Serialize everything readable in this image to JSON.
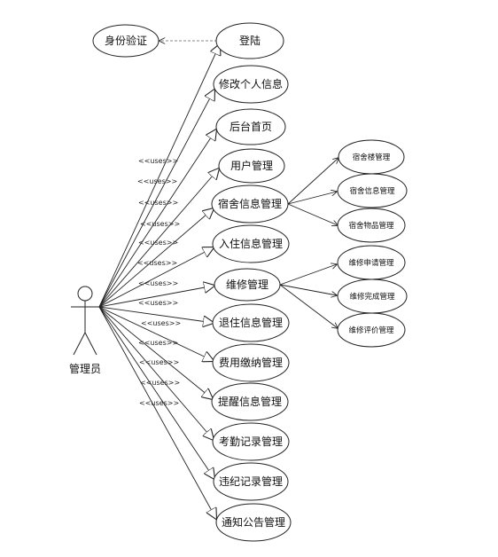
{
  "diagram": {
    "actor": {
      "label": "管理员"
    },
    "stereotype": "<<uses>>",
    "use_cases": [
      {
        "id": "login",
        "label": "登陆"
      },
      {
        "id": "modify-info",
        "label": "修改个人信息"
      },
      {
        "id": "admin-home",
        "label": "后台首页"
      },
      {
        "id": "user-mgmt",
        "label": "用户管理"
      },
      {
        "id": "dorm-info-mgmt",
        "label": "宿舍信息管理"
      },
      {
        "id": "checkin-mgmt",
        "label": "入住信息管理"
      },
      {
        "id": "repair-mgmt",
        "label": "维修管理"
      },
      {
        "id": "checkout-mgmt",
        "label": "退住信息管理"
      },
      {
        "id": "fee-mgmt",
        "label": "费用缴纳管理"
      },
      {
        "id": "reminder-mgmt",
        "label": "提醒信息管理"
      },
      {
        "id": "attendance-mgmt",
        "label": "考勤记录管理"
      },
      {
        "id": "violation-mgmt",
        "label": "违纪记录管理"
      },
      {
        "id": "notice-mgmt",
        "label": "通知公告管理"
      }
    ],
    "identity_check": {
      "label": "身份验证"
    },
    "dorm_sub": [
      {
        "id": "dorm-building",
        "label": "宿舍楼管理"
      },
      {
        "id": "dorm-info",
        "label": "宿舍信息管理"
      },
      {
        "id": "dorm-goods",
        "label": "宿舍物品管理"
      }
    ],
    "repair_sub": [
      {
        "id": "repair-apply",
        "label": "维修申请管理"
      },
      {
        "id": "repair-done",
        "label": "维修完成管理"
      },
      {
        "id": "repair-eval",
        "label": "维修评价管理"
      }
    ]
  }
}
